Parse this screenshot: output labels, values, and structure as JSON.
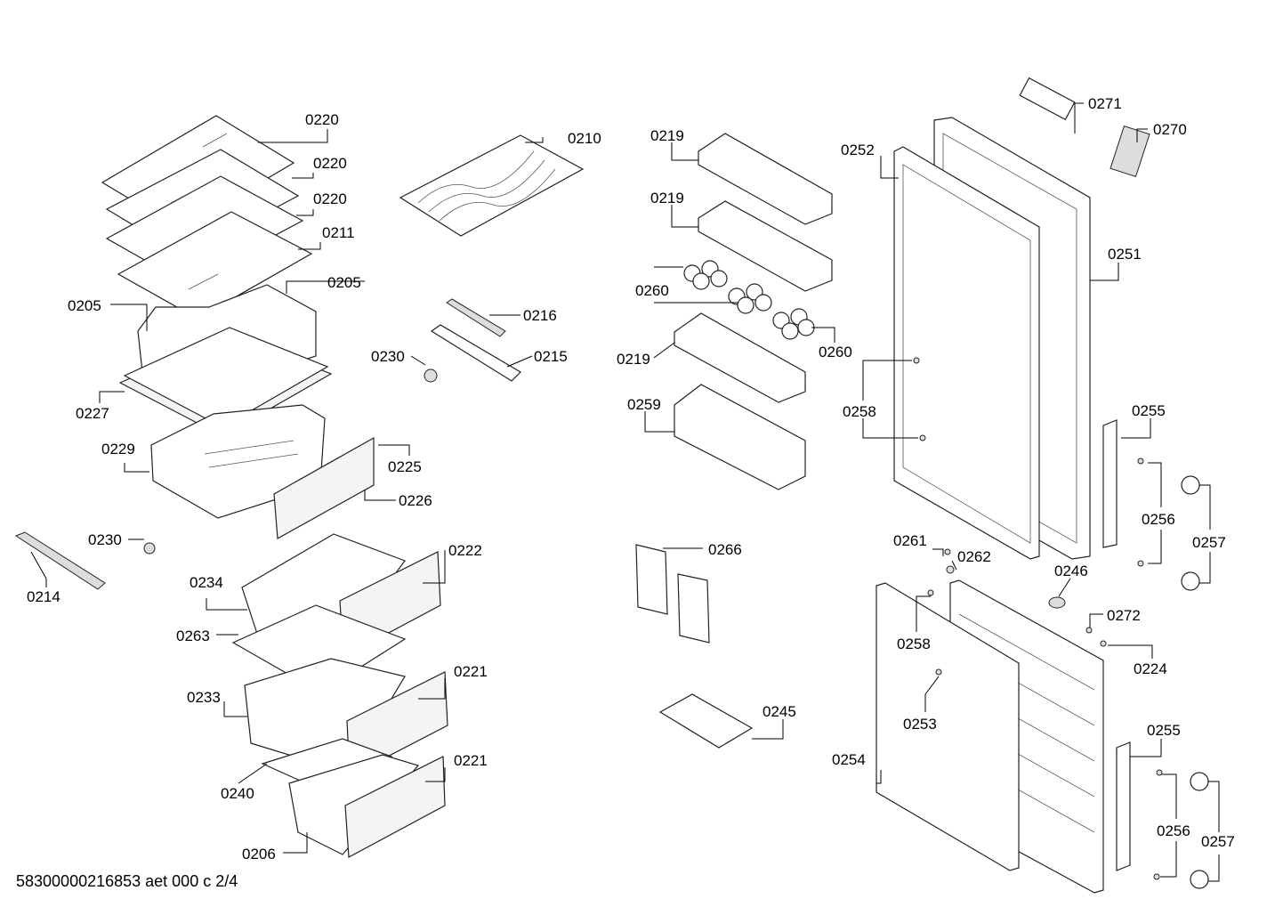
{
  "footer_code": "58300000216853 aet 000 c 2/4",
  "labels": {
    "l0220a": "0220",
    "l0220b": "0220",
    "l0220c": "0220",
    "l0211": "0211",
    "l0205a": "0205",
    "l0205b": "0205",
    "l0227": "0227",
    "l0229": "0229",
    "l0225": "0225",
    "l0226": "0226",
    "l0230a": "0230",
    "l0230b": "0230",
    "l0214": "0214",
    "l0210": "0210",
    "l0216": "0216",
    "l0215": "0215",
    "l0222": "0222",
    "l0234": "0234",
    "l0263": "0263",
    "l0233": "0233",
    "l0221a": "0221",
    "l0221b": "0221",
    "l0240": "0240",
    "l0206": "0206",
    "l0219a": "0219",
    "l0219b": "0219",
    "l0219c": "0219",
    "l0260a": "0260",
    "l0260b": "0260",
    "l0259": "0259",
    "l0266": "0266",
    "l0245": "0245",
    "l0252": "0252",
    "l0271": "0271",
    "l0270": "0270",
    "l0251": "0251",
    "l0258a": "0258",
    "l0258b": "0258",
    "l0255a": "0255",
    "l0255b": "0255",
    "l0256a": "0256",
    "l0256b": "0256",
    "l0257a": "0257",
    "l0257b": "0257",
    "l0261": "0261",
    "l0262": "0262",
    "l0246": "0246",
    "l0272": "0272",
    "l0224": "0224",
    "l0253": "0253",
    "l0254": "0254"
  }
}
